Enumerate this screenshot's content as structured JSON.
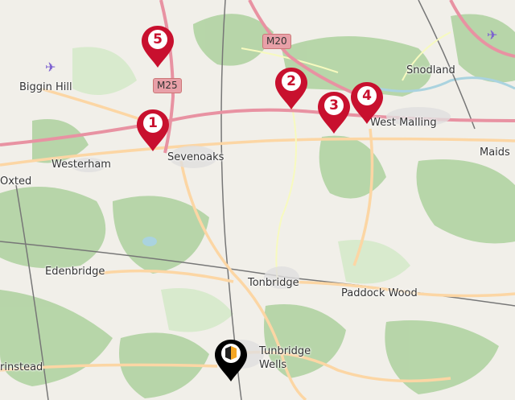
{
  "places": {
    "biggin_hill": "Biggin Hill",
    "westerham": "Westerham",
    "oxted": "Oxted",
    "sevenoaks": "Sevenoaks",
    "snodland": "Snodland",
    "west_malling": "West Malling",
    "maidstone": "Maids",
    "edenbridge": "Edenbridge",
    "tonbridge": "Tonbridge",
    "paddock_wood": "Paddock Wood",
    "tunbridge_wells_1": "Tunbridge",
    "tunbridge_wells_2": "Wells",
    "grinstead": "rinstead"
  },
  "roads": {
    "m25": "M25",
    "m20": "M20"
  },
  "markers": [
    {
      "label": "5"
    },
    {
      "label": "2"
    },
    {
      "label": "4"
    },
    {
      "label": "3"
    },
    {
      "label": "1"
    }
  ],
  "colors": {
    "marker": "#c8102e",
    "home_marker": "#000000",
    "motorway": "#e892a2",
    "primary": "#fcd6a4",
    "forest": "#add19e",
    "water": "#aad3df"
  },
  "icons": {
    "airport": "airport-icon",
    "home": "home-marker-icon"
  }
}
